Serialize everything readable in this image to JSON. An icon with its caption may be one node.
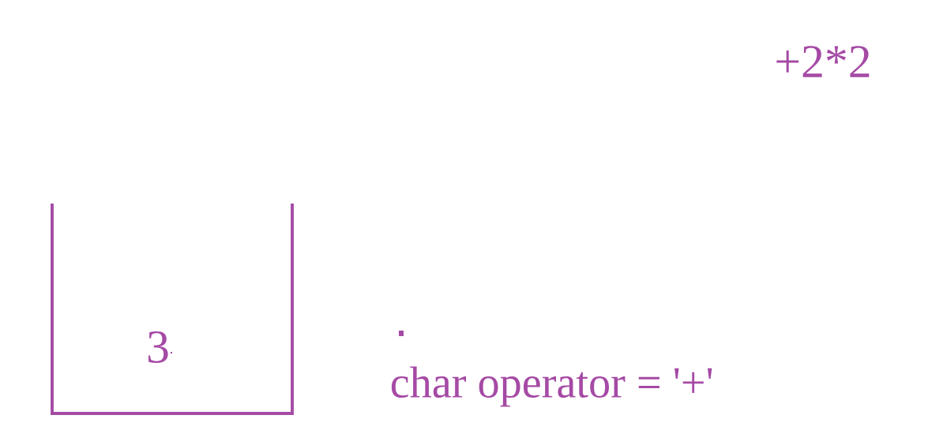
{
  "diagram": {
    "nodes": [
      {
        "text": [
          "3"
        ]
      }
    ],
    "labels": [
      "+2*2",
      "char operator = '+'"
    ]
  }
}
